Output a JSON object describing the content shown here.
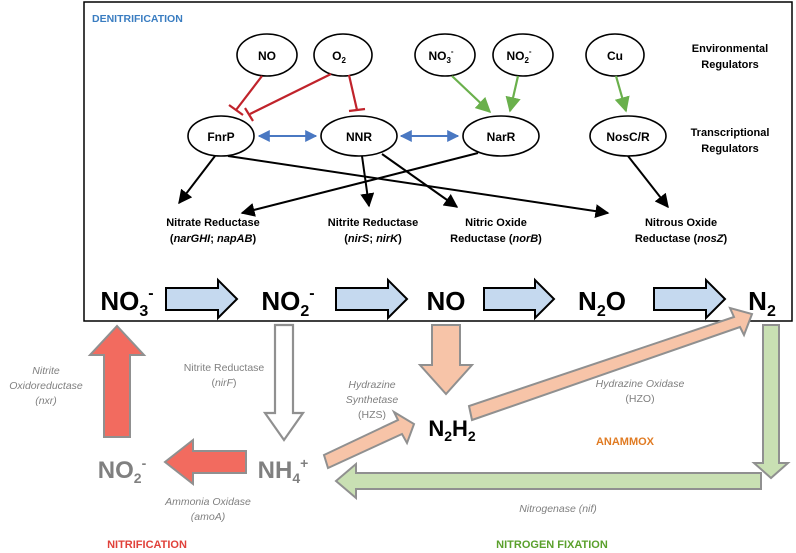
{
  "sections": {
    "denitrification": "DENITRIFICATION",
    "anammox": "ANAMMOX",
    "nitrification": "NITRIFICATION",
    "nitrogen_fixation": "NITROGEN FIXATION"
  },
  "colors": {
    "denitrification": "#3a7dc1",
    "anammox": "#e07b23",
    "nitrification": "#e0413a",
    "nitrogen_fixation": "#5aa02c",
    "inhibit": "#c0232b",
    "activate": "#6ab04c",
    "interaction": "#4a78c2",
    "blue_arrow": "#c5d9ef",
    "salmon_arrow": "#f7c4a8",
    "red_arrow": "#f26b5f",
    "green_arrow": "#c9e0b3",
    "grey_text": "#808080"
  },
  "regulators": {
    "environmental": {
      "label_line1": "Environmental",
      "label_line2": "Regulators",
      "no": "NO",
      "o2": "O",
      "o2_sub": "2",
      "no3": "NO",
      "no3_sub": "3",
      "no3_sup": "-",
      "no2": "NO",
      "no2_sub": "2",
      "no2_sup": "-",
      "cu": "Cu"
    },
    "transcriptional": {
      "label_line1": "Transcriptional",
      "label_line2": "Regulators",
      "fnrp": "FnrP",
      "nnr": "NNR",
      "narr": "NarR",
      "nosc": "NosC/R"
    }
  },
  "enzymes": {
    "nitrate_reductase": {
      "name": "Nitrate Reductase",
      "genes_open": "(",
      "gene1": "narGHI",
      "sep": "; ",
      "gene2": "napAB",
      "genes_close": ")"
    },
    "nitrite_reductase": {
      "name": "Nitrite Reductase",
      "genes_open": "(",
      "gene1": "nirS",
      "sep": "; ",
      "gene2": "nirK",
      "genes_close": ")"
    },
    "nitric_oxide_reductase": {
      "name_line1": "Nitric Oxide",
      "name_line2": "Reductase (",
      "gene": "norB",
      "close": ")"
    },
    "nitrous_oxide_reductase": {
      "name_line1": "Nitrous Oxide",
      "name_line2": "Reductase (",
      "gene": "nosZ",
      "close": ")"
    }
  },
  "species": {
    "no3": {
      "base": "NO",
      "sub": "3",
      "sup": "-"
    },
    "no2": {
      "base": "NO",
      "sub": "2",
      "sup": "-"
    },
    "no": {
      "base": "NO"
    },
    "n2o": {
      "a": "N",
      "sub": "2",
      "b": "O"
    },
    "n2": {
      "base": "N",
      "sub": "2"
    },
    "n2h2": {
      "a": "N",
      "sub1": "2",
      "b": "H",
      "sub2": "2"
    },
    "nh4": {
      "base": "NH",
      "sub": "4",
      "sup": "+"
    },
    "no2_nitrification": {
      "base": "NO",
      "sub": "2",
      "sup": "-"
    }
  },
  "labels": {
    "nitrite_oxidoreductase": {
      "line1": "Nitrite",
      "line2": "Oxidoreductase",
      "line3": "(nxr)"
    },
    "nitrite_reductase_nirf": {
      "line1": "Nitrite Reductase",
      "open": "(",
      "gene": "nirF",
      "close": ")"
    },
    "hydrazine_synthetase": {
      "line1": "Hydrazine",
      "line2": "Synthetase",
      "line3": "(HZS)"
    },
    "hydrazine_oxidase": {
      "line1": "Hydrazine Oxidase",
      "line2": "(HZO)"
    },
    "ammonia_oxidase": {
      "line1": "Ammonia Oxidase",
      "line2": "(amoA)"
    },
    "nitrogenase": {
      "line1": "Nitrogenase (nif)"
    }
  }
}
